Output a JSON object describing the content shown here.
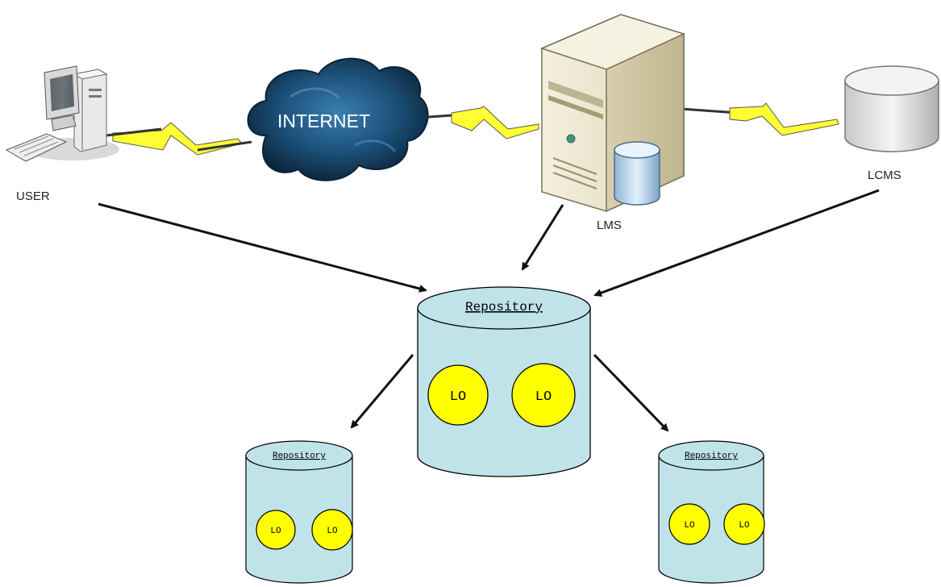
{
  "nodes": {
    "user": {
      "label": "USER"
    },
    "internet": {
      "label": "INTERNET"
    },
    "lms": {
      "label": "LMS"
    },
    "lcms": {
      "label": "LCMS"
    }
  },
  "repositories": {
    "main": {
      "title": "Repository",
      "objects": [
        "LO",
        "LO"
      ]
    },
    "left": {
      "title": "Repository",
      "objects": [
        "LO",
        "LO"
      ]
    },
    "right": {
      "title": "Repository",
      "objects": [
        "LO",
        "LO"
      ]
    }
  },
  "colors": {
    "repository_fill": "#bfe3e8",
    "learning_object_fill": "#ffff00",
    "lightning_fill": "#ffff33",
    "cloud_fill": "#1b4f77",
    "arrow": "#111111"
  }
}
